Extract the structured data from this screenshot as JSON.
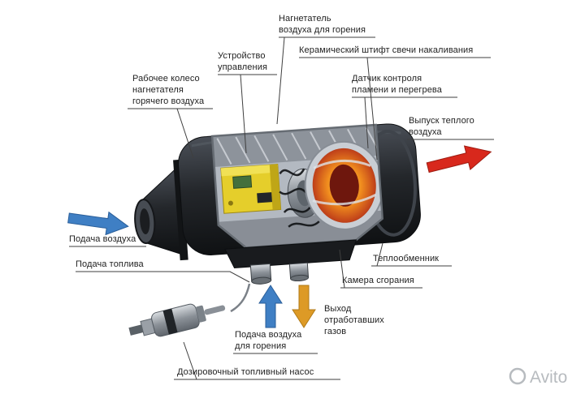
{
  "labels": {
    "combustion_air_blower": "Нагнетатель\nвоздуха для горения",
    "glow_plug": "Керамический штифт свечи накаливания",
    "control_unit": "Устройство\nуправления",
    "hot_air_impeller": "Рабочее колесо\nнагнетателя\nгорячего воздуха",
    "flame_overheat_sensor": "Датчик контроля\nпламени и перегрева",
    "warm_air_outlet": "Выпуск теплого\nвоздуха",
    "air_supply": "Подача воздуха",
    "fuel_supply": "Подача топлива",
    "heat_exchanger": "Теплообменник",
    "combustion_chamber": "Камера сгорания",
    "exhaust_outlet": "Выход\nотработавших\nгазов",
    "combustion_air_supply": "Подача воздуха\nдля горения",
    "fuel_dosing_pump": "Дозировочный топливный насос"
  },
  "watermark": {
    "text": "Avito"
  },
  "colors": {
    "air_arrow": "#3f7fc4",
    "warm_air_arrow": "#d8281c",
    "exhaust_arrow": "#dd9a26",
    "leader_line": "#3f3f3f",
    "label_text": "#1f1f1f",
    "watermark_gray": "#b7bbbf",
    "control_unit_yellow": "#e5ce2b",
    "flame_orange": "#f08c1e"
  }
}
